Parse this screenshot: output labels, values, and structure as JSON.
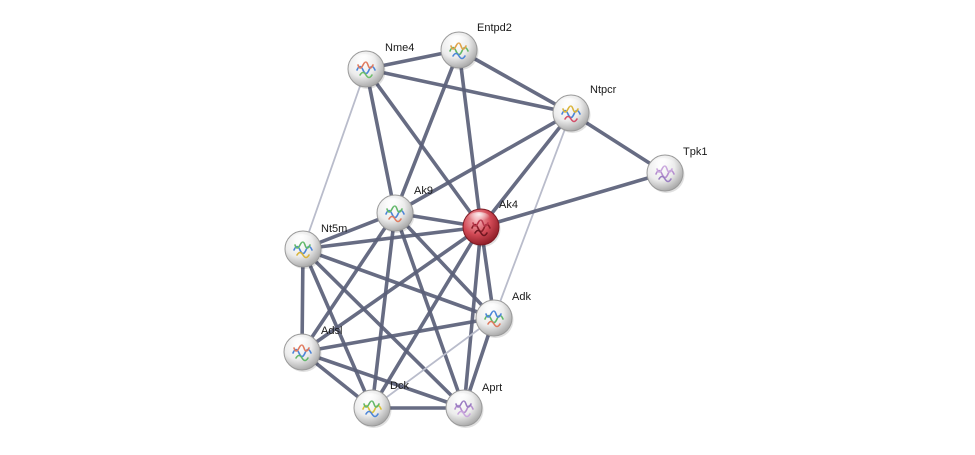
{
  "network": {
    "highlight_color": "#c8323c",
    "node_color": "#e6e6e6",
    "edge_color": "#5a6078",
    "weak_edge_color": "#b9bccb",
    "nodes": [
      {
        "id": "Nme4",
        "label": "Nme4",
        "highlight": false,
        "glyph": [
          "#4d86d8",
          "#e07a5f",
          "#6dbf6a"
        ]
      },
      {
        "id": "Entpd2",
        "label": "Entpd2",
        "highlight": false,
        "glyph": [
          "#62b86a",
          "#e0a34a",
          "#4d86d8"
        ]
      },
      {
        "id": "Ntpcr",
        "label": "Ntpcr",
        "highlight": false,
        "glyph": [
          "#4d86d8",
          "#d9b43a",
          "#d24f6a"
        ]
      },
      {
        "id": "Tpk1",
        "label": "Tpk1",
        "highlight": false,
        "glyph": [
          "#b68fcf",
          "#c9a6dd",
          "#9a7dc2"
        ]
      },
      {
        "id": "Ak9",
        "label": "Ak9",
        "highlight": false,
        "glyph": [
          "#4d86d8",
          "#62b86a",
          "#e07a5f"
        ]
      },
      {
        "id": "Ak4",
        "label": "Ak4",
        "highlight": true,
        "glyph": [
          "#8c1f2a",
          "#b8364a",
          "#6e1620"
        ]
      },
      {
        "id": "Nt5m",
        "label": "Nt5m",
        "highlight": false,
        "glyph": [
          "#4d86d8",
          "#62b86a",
          "#d9b43a"
        ]
      },
      {
        "id": "Adk",
        "label": "Adk",
        "highlight": false,
        "glyph": [
          "#62b86a",
          "#4d86d8",
          "#e07a5f"
        ]
      },
      {
        "id": "Adsl",
        "label": "Adsl",
        "highlight": false,
        "glyph": [
          "#4d86d8",
          "#e07a5f",
          "#62b86a"
        ]
      },
      {
        "id": "Dck",
        "label": "Dck",
        "highlight": false,
        "glyph": [
          "#d9c23a",
          "#62b86a",
          "#4d86d8"
        ]
      },
      {
        "id": "Aprt",
        "label": "Aprt",
        "highlight": false,
        "glyph": [
          "#b68fcf",
          "#9a7dc2",
          "#c9a6dd"
        ]
      }
    ],
    "edges": [
      {
        "source": "Nme4",
        "target": "Entpd2",
        "strength": "strong"
      },
      {
        "source": "Nme4",
        "target": "Ntpcr",
        "strength": "strong"
      },
      {
        "source": "Nme4",
        "target": "Ak9",
        "strength": "strong"
      },
      {
        "source": "Nme4",
        "target": "Ak4",
        "strength": "strong"
      },
      {
        "source": "Nme4",
        "target": "Nt5m",
        "strength": "weak"
      },
      {
        "source": "Entpd2",
        "target": "Ntpcr",
        "strength": "strong"
      },
      {
        "source": "Entpd2",
        "target": "Ak9",
        "strength": "strong"
      },
      {
        "source": "Entpd2",
        "target": "Ak4",
        "strength": "strong"
      },
      {
        "source": "Ntpcr",
        "target": "Tpk1",
        "strength": "strong"
      },
      {
        "source": "Ntpcr",
        "target": "Ak9",
        "strength": "strong"
      },
      {
        "source": "Ntpcr",
        "target": "Ak4",
        "strength": "strong"
      },
      {
        "source": "Ntpcr",
        "target": "Adk",
        "strength": "weak"
      },
      {
        "source": "Tpk1",
        "target": "Ak4",
        "strength": "strong"
      },
      {
        "source": "Ak9",
        "target": "Ak4",
        "strength": "strong"
      },
      {
        "source": "Ak9",
        "target": "Nt5m",
        "strength": "strong"
      },
      {
        "source": "Ak9",
        "target": "Adk",
        "strength": "strong"
      },
      {
        "source": "Ak9",
        "target": "Adsl",
        "strength": "strong"
      },
      {
        "source": "Ak9",
        "target": "Dck",
        "strength": "strong"
      },
      {
        "source": "Ak9",
        "target": "Aprt",
        "strength": "strong"
      },
      {
        "source": "Ak4",
        "target": "Nt5m",
        "strength": "strong"
      },
      {
        "source": "Ak4",
        "target": "Adk",
        "strength": "strong"
      },
      {
        "source": "Ak4",
        "target": "Adsl",
        "strength": "strong"
      },
      {
        "source": "Ak4",
        "target": "Dck",
        "strength": "strong"
      },
      {
        "source": "Ak4",
        "target": "Aprt",
        "strength": "strong"
      },
      {
        "source": "Nt5m",
        "target": "Adk",
        "strength": "strong"
      },
      {
        "source": "Nt5m",
        "target": "Adsl",
        "strength": "strong"
      },
      {
        "source": "Nt5m",
        "target": "Dck",
        "strength": "strong"
      },
      {
        "source": "Nt5m",
        "target": "Aprt",
        "strength": "strong"
      },
      {
        "source": "Adk",
        "target": "Adsl",
        "strength": "strong"
      },
      {
        "source": "Adk",
        "target": "Aprt",
        "strength": "strong"
      },
      {
        "source": "Adk",
        "target": "Dck",
        "strength": "weak"
      },
      {
        "source": "Adsl",
        "target": "Dck",
        "strength": "strong"
      },
      {
        "source": "Adsl",
        "target": "Aprt",
        "strength": "strong"
      },
      {
        "source": "Dck",
        "target": "Aprt",
        "strength": "strong"
      }
    ]
  }
}
